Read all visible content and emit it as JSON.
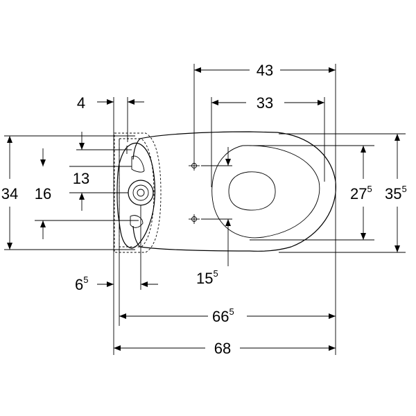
{
  "dimensions": {
    "d43": {
      "text": "43"
    },
    "d33": {
      "text": "33"
    },
    "d4": {
      "text": "4"
    },
    "d34": {
      "text": "34"
    },
    "d16": {
      "text": "16"
    },
    "d13": {
      "text": "13"
    },
    "d27_5": {
      "text": "27",
      "sup": "5"
    },
    "d35_5": {
      "text": "35",
      "sup": "5"
    },
    "d6_5": {
      "text": "6",
      "sup": "5"
    },
    "d15_5": {
      "text": "15",
      "sup": "5"
    },
    "d66_5": {
      "text": "66",
      "sup": "5"
    },
    "d68": {
      "text": "68"
    }
  }
}
